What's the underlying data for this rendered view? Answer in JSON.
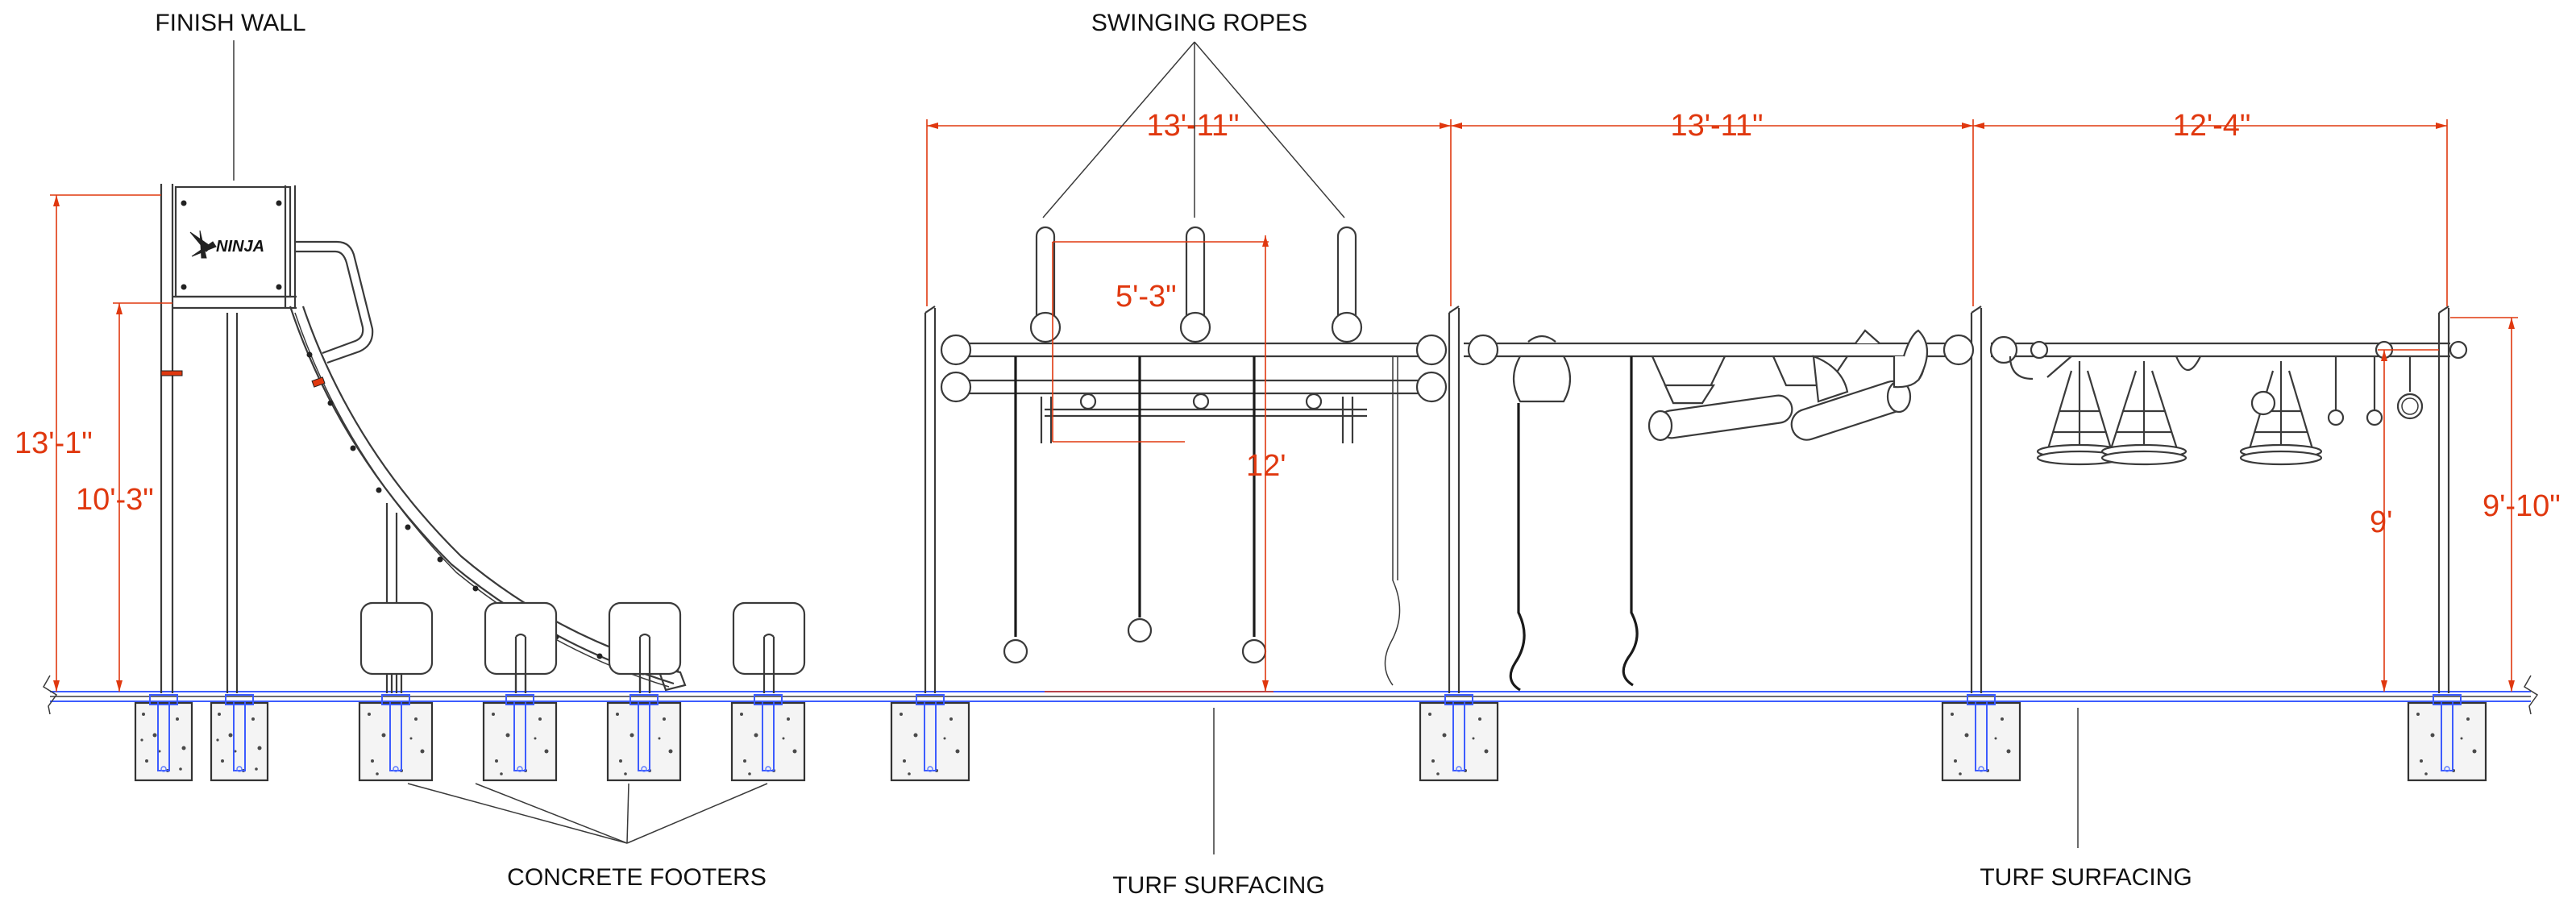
{
  "labels": {
    "finish_wall": "FINISH WALL",
    "swinging_ropes": "SWINGING ROPES",
    "concrete_footers": "CONCRETE FOOTERS",
    "turf_surfacing_1": "TURF SURFACING",
    "turf_surfacing_2": "TURF SURFACING",
    "logo_text": "NINJA"
  },
  "dimensions": {
    "span_1": "13'-11\"",
    "span_2": "13'-11\"",
    "span_3": "12'-4\"",
    "rope_drop": "5'-3\"",
    "frame_height": "12'",
    "wall_height": "13'-1\"",
    "platform_height": "10'-3\"",
    "bar_height_left": "9'",
    "bar_height_right": "9'-10\""
  },
  "colors": {
    "dimension": "#e0380f",
    "footing_hardware": "#3d5cff",
    "linework": "#3a3a3a"
  }
}
